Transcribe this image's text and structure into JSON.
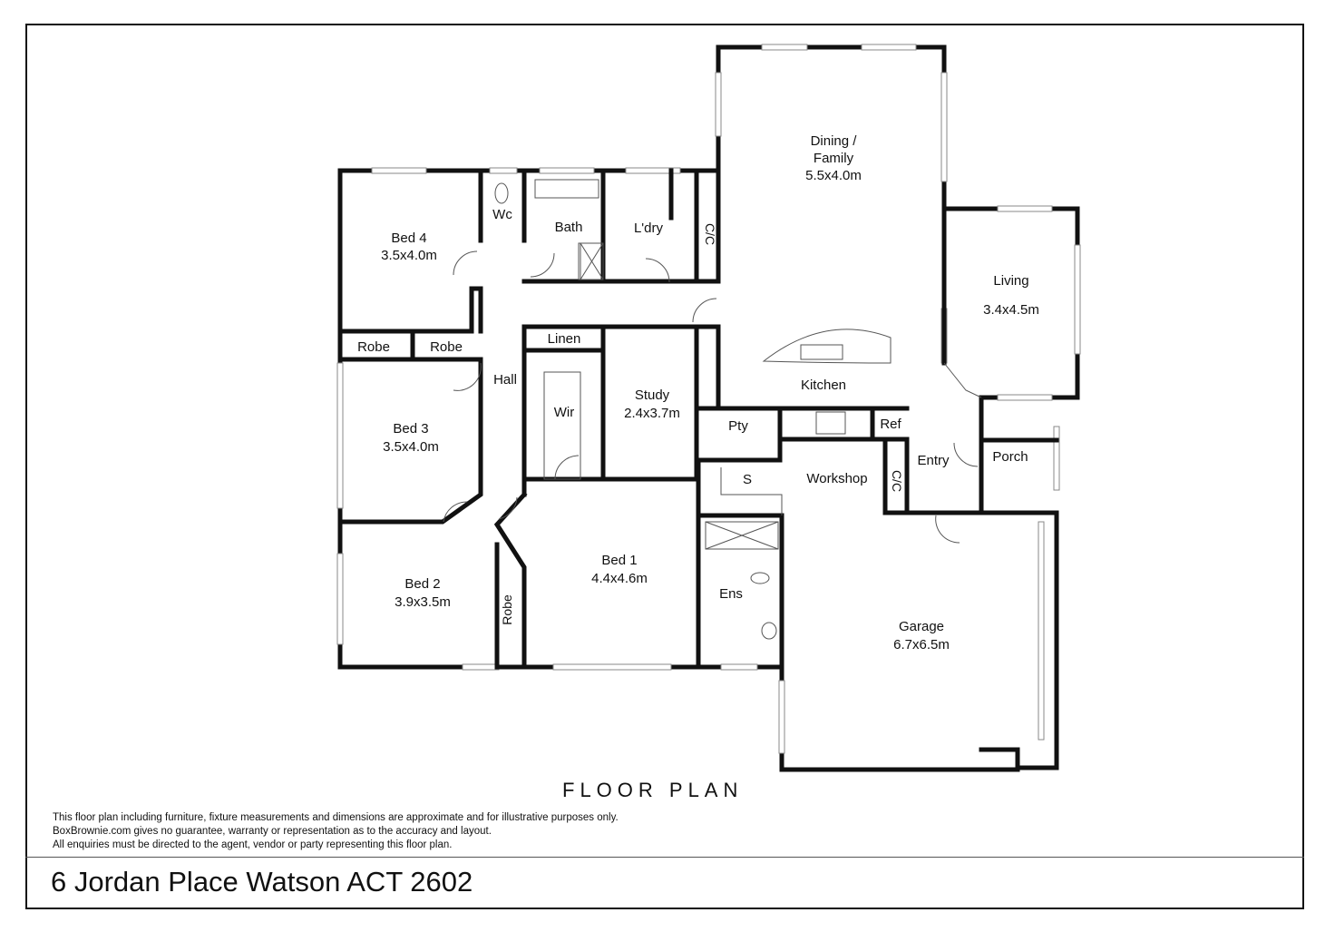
{
  "plan_title": "FLOOR PLAN",
  "disclaimer": [
    "This floor plan including furniture, fixture measurements and dimensions are approximate and for illustrative purposes only.",
    "BoxBrownie.com gives no guarantee, warranty or representation as to the accuracy and layout.",
    "All enquiries must be directed to the agent, vendor or party representing this floor plan."
  ],
  "address": "6 Jordan Place Watson ACT 2602",
  "rooms": {
    "dining_name": "Dining /",
    "dining_name2": "Family",
    "dining_size": "5.5x4.0m",
    "living_name": "Living",
    "living_size": "3.4x4.5m",
    "kitchen": "Kitchen",
    "bed4_name": "Bed 4",
    "bed4_size": "3.5x4.0m",
    "wc": "Wc",
    "bath": "Bath",
    "laundry": "L'dry",
    "cc1": "C/C",
    "robe1": "Robe",
    "robe2": "Robe",
    "linen": "Linen",
    "hall": "Hall",
    "bed3_name": "Bed 3",
    "bed3_size": "3.5x4.0m",
    "wir": "Wir",
    "study_name": "Study",
    "study_size": "2.4x3.7m",
    "pty": "Pty",
    "ref": "Ref",
    "s": "S",
    "workshop": "Workshop",
    "cc2": "C/C",
    "entry": "Entry",
    "porch": "Porch",
    "bed2_name": "Bed 2",
    "bed2_size": "3.9x3.5m",
    "robe3": "Robe",
    "bed1_name": "Bed 1",
    "bed1_size": "4.4x4.6m",
    "ens": "Ens",
    "garage_name": "Garage",
    "garage_size": "6.7x6.5m"
  }
}
